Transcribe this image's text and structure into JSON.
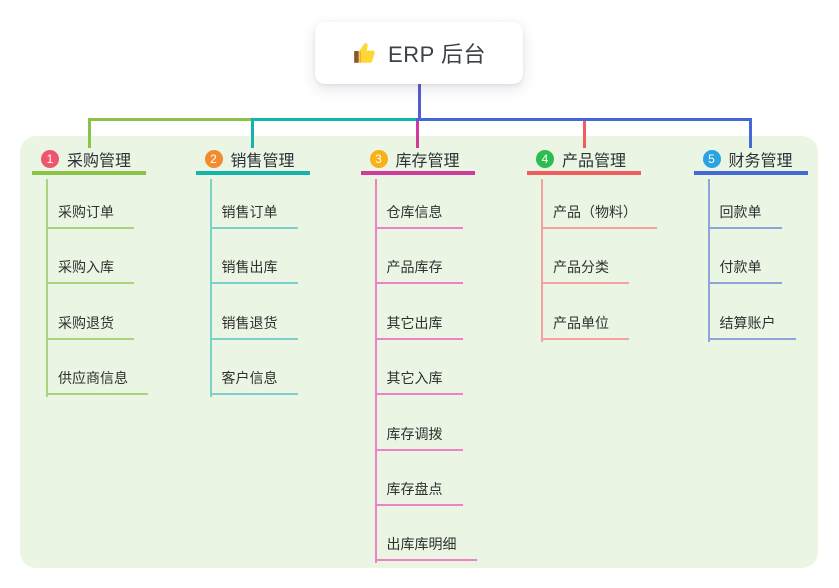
{
  "root": {
    "label": "ERP 后台",
    "icon": "thumbs-up-icon"
  },
  "colors": {
    "page_bg": "#ffffff",
    "panel_bg": "#eaf6e3",
    "root_card_bg": "#ffffff",
    "root_title": "#3b404a",
    "root_line": "#575bd3",
    "header_text": "#2d3139",
    "child_text": "#303030"
  },
  "branches": [
    {
      "badge": "1",
      "label": "采购管理",
      "badge_color": "#f05570",
      "main_color": "#8bc34a",
      "light_color": "#a8d47c",
      "children": [
        "采购订单",
        "采购入库",
        "采购退货",
        "供应商信息"
      ]
    },
    {
      "badge": "2",
      "label": "销售管理",
      "badge_color": "#f28b30",
      "main_color": "#14b3ab",
      "light_color": "#79d1c9",
      "children": [
        "销售订单",
        "销售出库",
        "销售退货",
        "客户信息"
      ]
    },
    {
      "badge": "3",
      "label": "库存管理",
      "badge_color": "#f9b115",
      "main_color": "#d03a9b",
      "light_color": "#ee82c2",
      "children": [
        "仓库信息",
        "产品库存",
        "其它出库",
        "其它入库",
        "库存调拨",
        "库存盘点",
        "出库库明细"
      ]
    },
    {
      "badge": "4",
      "label": "产品管理",
      "badge_color": "#2cbd4f",
      "main_color": "#f15c5c",
      "light_color": "#f6a1a1",
      "children": [
        "产品（物料）",
        "产品分类",
        "产品单位"
      ]
    },
    {
      "badge": "5",
      "label": "财务管理",
      "badge_color": "#29a4e0",
      "main_color": "#4468d6",
      "light_color": "#8fa5da",
      "children": [
        "回款单",
        "付款单",
        "结算账户"
      ]
    }
  ]
}
